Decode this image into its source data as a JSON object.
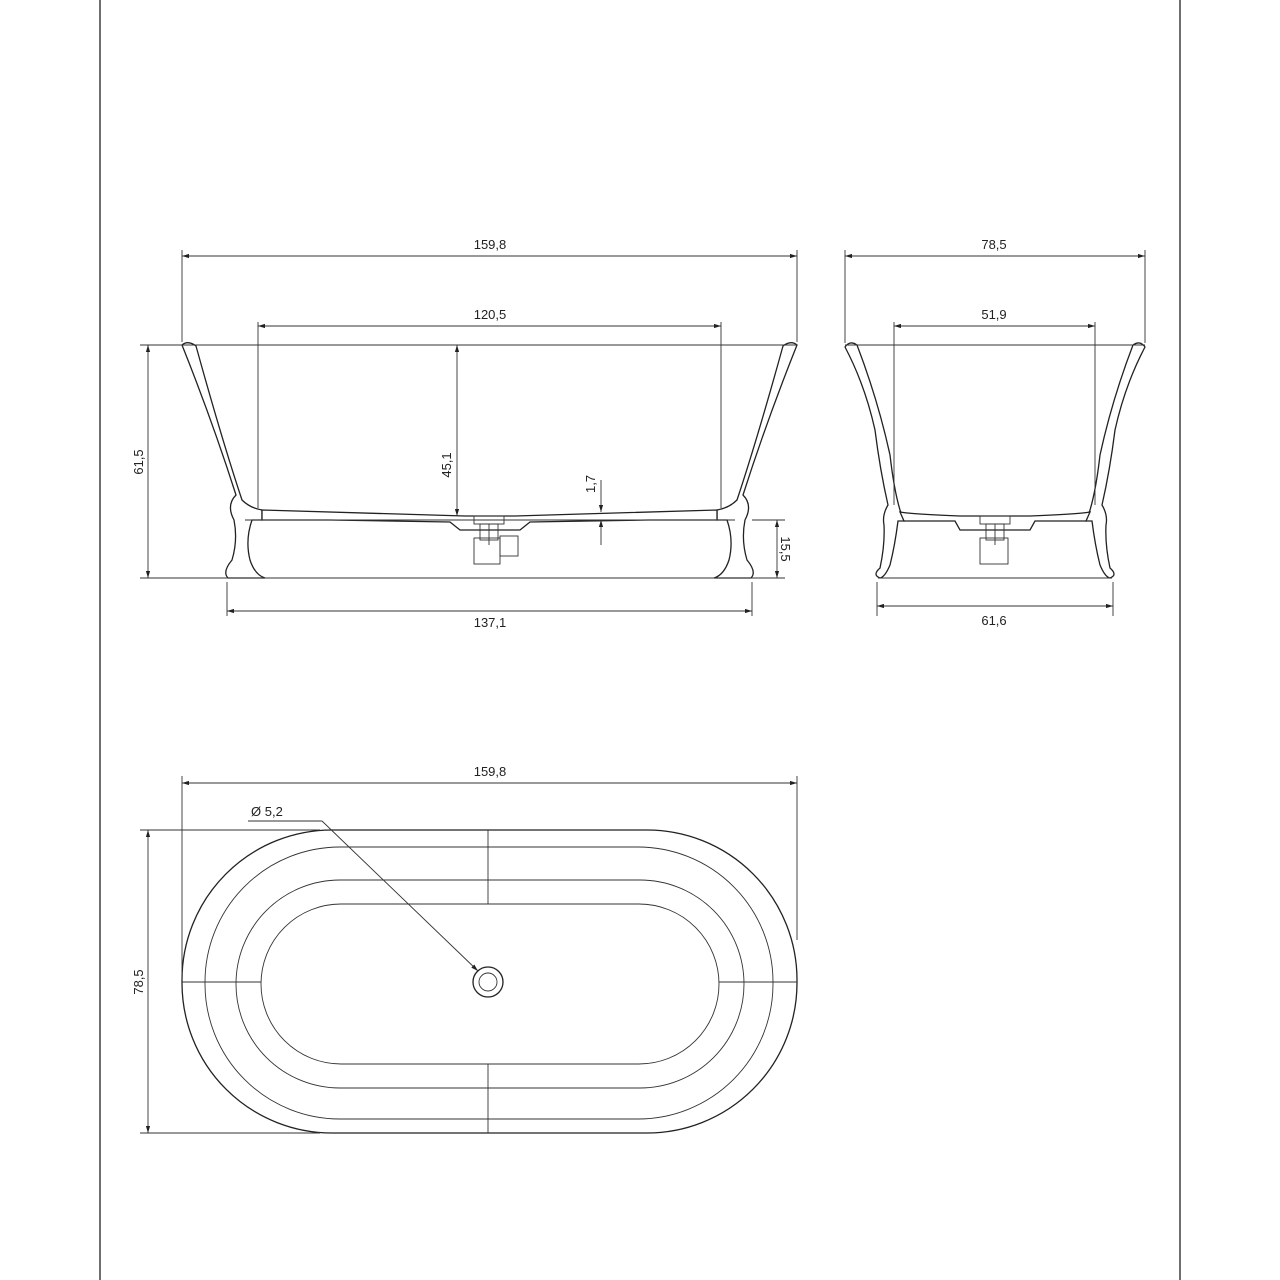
{
  "front_view": {
    "overall_length": "159,8",
    "inner_length": "120,5",
    "overall_height": "61,5",
    "inner_depth": "45,1",
    "wall_thickness": "1,7",
    "base_height": "15,5",
    "base_length": "137,1"
  },
  "side_view": {
    "overall_width": "78,5",
    "inner_width": "51,9",
    "base_width": "61,6"
  },
  "plan_view": {
    "overall_length": "159,8",
    "overall_width": "78,5",
    "drain_diameter": "Ø 5,2"
  },
  "colors": {
    "line": "#222222",
    "background": "#ffffff"
  }
}
